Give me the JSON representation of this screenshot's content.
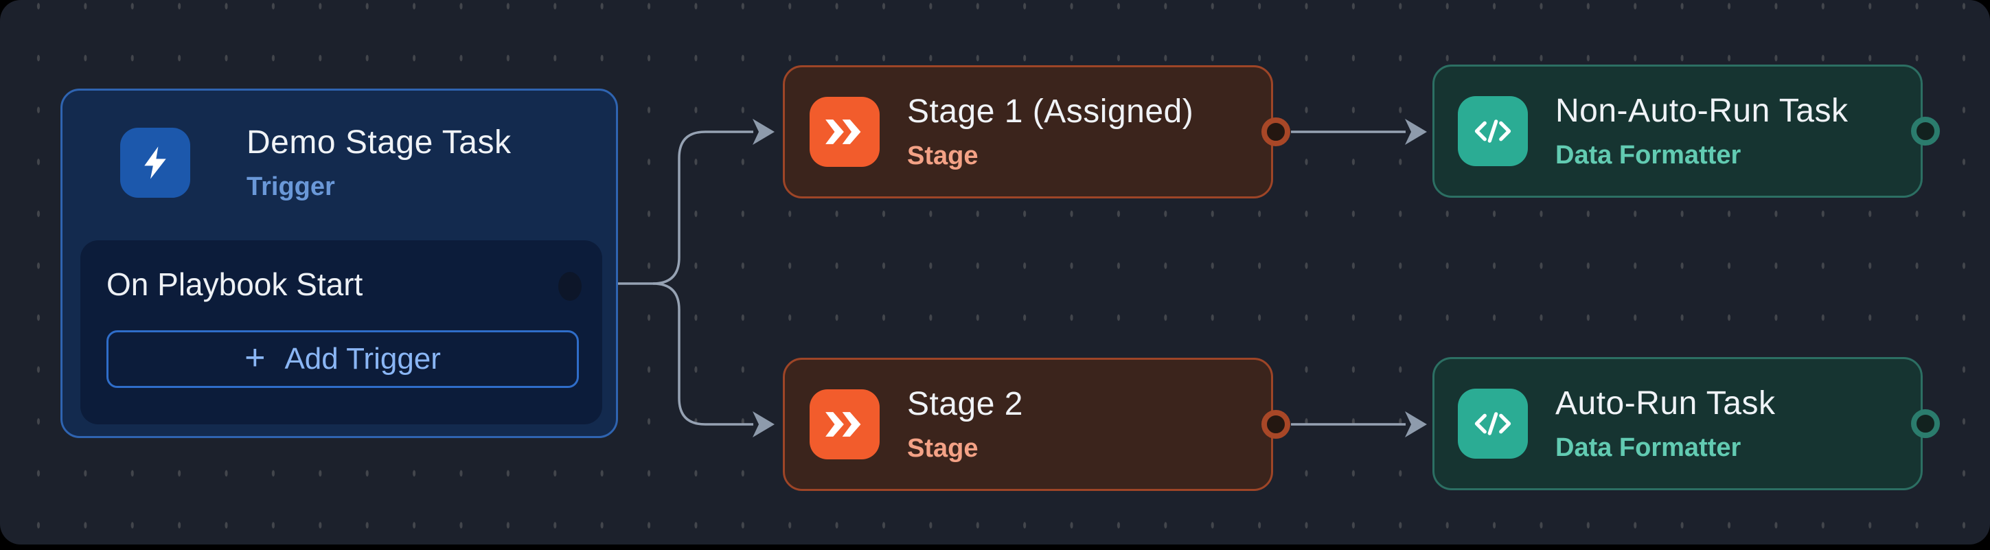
{
  "canvas": {
    "background": "#1c212c",
    "grid_dot_color": "#43464c",
    "connector_color": "#96a2b3",
    "arrowhead_color": "#8e9bac"
  },
  "trigger_node": {
    "title": "Demo Stage Task",
    "subtitle": "Trigger",
    "icon": "lightning-icon",
    "accent": "#2f64b1",
    "icon_bg": "#1c58ac",
    "row_label": "On Playbook Start",
    "add_button": {
      "plus": "+",
      "label": "Add Trigger"
    }
  },
  "stage_nodes": [
    {
      "title": "Stage 1 (Assigned)",
      "subtitle": "Stage",
      "icon": "fast-forward-icon",
      "accent": "#f25c2c"
    },
    {
      "title": "Stage 2",
      "subtitle": "Stage",
      "icon": "fast-forward-icon",
      "accent": "#f25c2c"
    }
  ],
  "task_nodes": [
    {
      "title": "Non-Auto-Run Task",
      "subtitle": "Data Formatter",
      "icon": "code-icon",
      "accent": "#2bac94"
    },
    {
      "title": "Auto-Run Task",
      "subtitle": "Data Formatter",
      "icon": "code-icon",
      "accent": "#2bac94"
    }
  ],
  "edges": [
    {
      "from": "on-playbook-start",
      "to": "stage-1-assigned"
    },
    {
      "from": "on-playbook-start",
      "to": "stage-2"
    },
    {
      "from": "stage-1-assigned",
      "to": "non-auto-run-task"
    },
    {
      "from": "stage-2",
      "to": "auto-run-task"
    }
  ]
}
